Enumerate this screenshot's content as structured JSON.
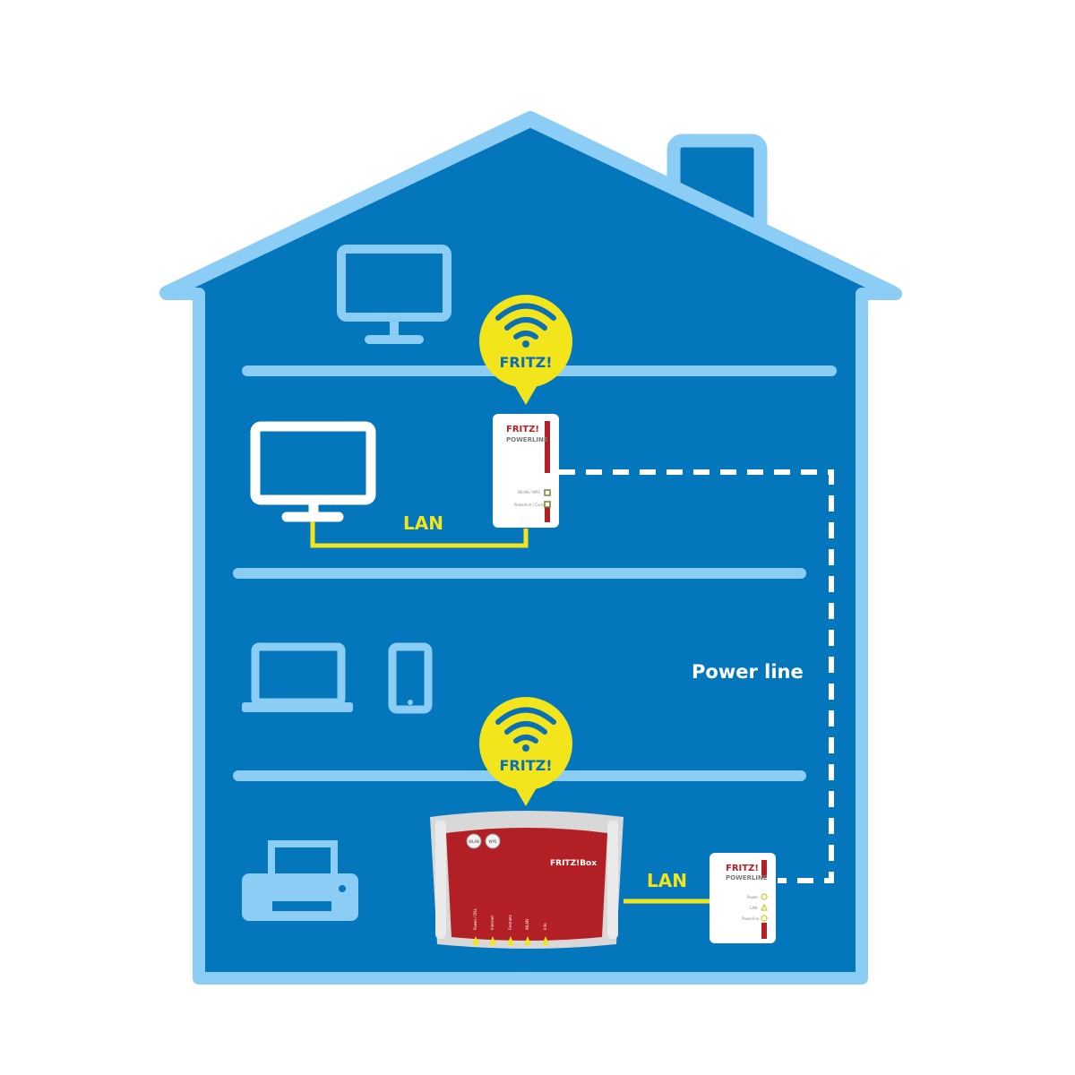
{
  "bubbles": {
    "upper": {
      "text": "FRITZ!"
    },
    "lower": {
      "text": "FRITZ!"
    }
  },
  "links": {
    "upper_lan": "LAN",
    "lower_lan": "LAN",
    "power_line": "Power line"
  },
  "devices": {
    "upper_adapter": {
      "brand": "FRITZ!",
      "model": "POWERLINE",
      "led1": "WLAN / WPS",
      "led2": "Powerline / Connect"
    },
    "lower_adapter": {
      "brand": "FRITZ!",
      "model": "POWERLINE",
      "led1": "Power",
      "led2": "LAN",
      "led3": "Powerline"
    },
    "router": {
      "brand": "FRITZ!Box",
      "btn1": "WLAN",
      "btn2": "WPS",
      "leds": [
        "Power / DSL",
        "Internet",
        "Festnetz",
        "WLAN",
        "Info"
      ]
    }
  },
  "icons": {
    "monitor_top": "monitor-icon",
    "tv": "tv-icon",
    "laptop": "laptop-icon",
    "tablet": "tablet-icon",
    "printer": "printer-icon",
    "wifi": "wifi-icon"
  },
  "colors": {
    "house_fill": "#0476bc",
    "house_outline": "#8ccdf5",
    "floor_line": "#8ccdf5",
    "accent_yellow": "#f2e51c",
    "cable_yellow": "#f2e51c",
    "bubble_text": "#0b6fb6",
    "device_red": "#b21f24",
    "white": "#ffffff"
  }
}
